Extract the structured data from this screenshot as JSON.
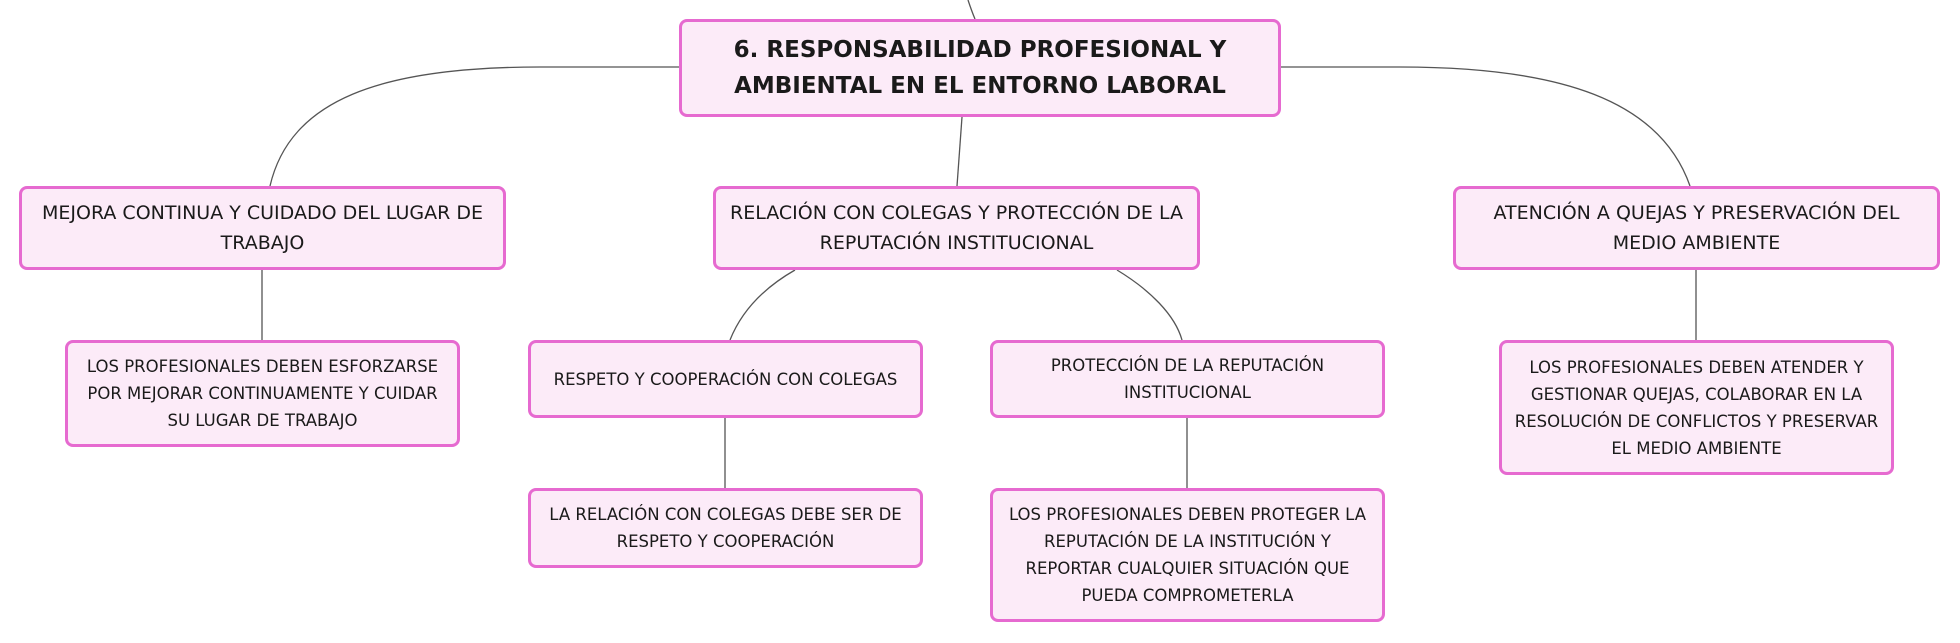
{
  "diagram": {
    "root": {
      "label": "6. RESPONSABILIDAD PROFESIONAL Y AMBIENTAL EN EL ENTORNO LABORAL"
    },
    "branches": [
      {
        "label": "MEJORA CONTINUA Y CUIDADO DEL LUGAR DE TRABAJO",
        "children": [
          {
            "label": "LOS PROFESIONALES DEBEN ESFORZARSE POR MEJORAR CONTINUAMENTE Y CUIDAR SU LUGAR DE TRABAJO"
          }
        ]
      },
      {
        "label": "RELACIÓN CON COLEGAS Y PROTECCIÓN DE LA REPUTACIÓN INSTITUCIONAL",
        "children": [
          {
            "label": "RESPETO Y COOPERACIÓN CON COLEGAS",
            "children": [
              {
                "label": "LA RELACIÓN CON COLEGAS DEBE SER DE RESPETO Y COOPERACIÓN"
              }
            ]
          },
          {
            "label": "PROTECCIÓN DE LA REPUTACIÓN INSTITUCIONAL",
            "children": [
              {
                "label": "LOS PROFESIONALES DEBEN PROTEGER LA REPUTACIÓN DE LA INSTITUCIÓN Y REPORTAR CUALQUIER SITUACIÓN QUE PUEDA COMPROMETERLA"
              }
            ]
          }
        ]
      },
      {
        "label": "ATENCIÓN A QUEJAS Y PRESERVACIÓN DEL MEDIO AMBIENTE",
        "children": [
          {
            "label": "LOS PROFESIONALES DEBEN ATENDER Y GESTIONAR QUEJAS, COLABORAR EN LA RESOLUCIÓN DE CONFLICTOS Y PRESERVAR EL MEDIO AMBIENTE"
          }
        ]
      }
    ]
  },
  "colors": {
    "node_fill": "#fcebf8",
    "node_border": "#e66ad0",
    "connector": "#555555",
    "text": "#1a1a1a"
  }
}
